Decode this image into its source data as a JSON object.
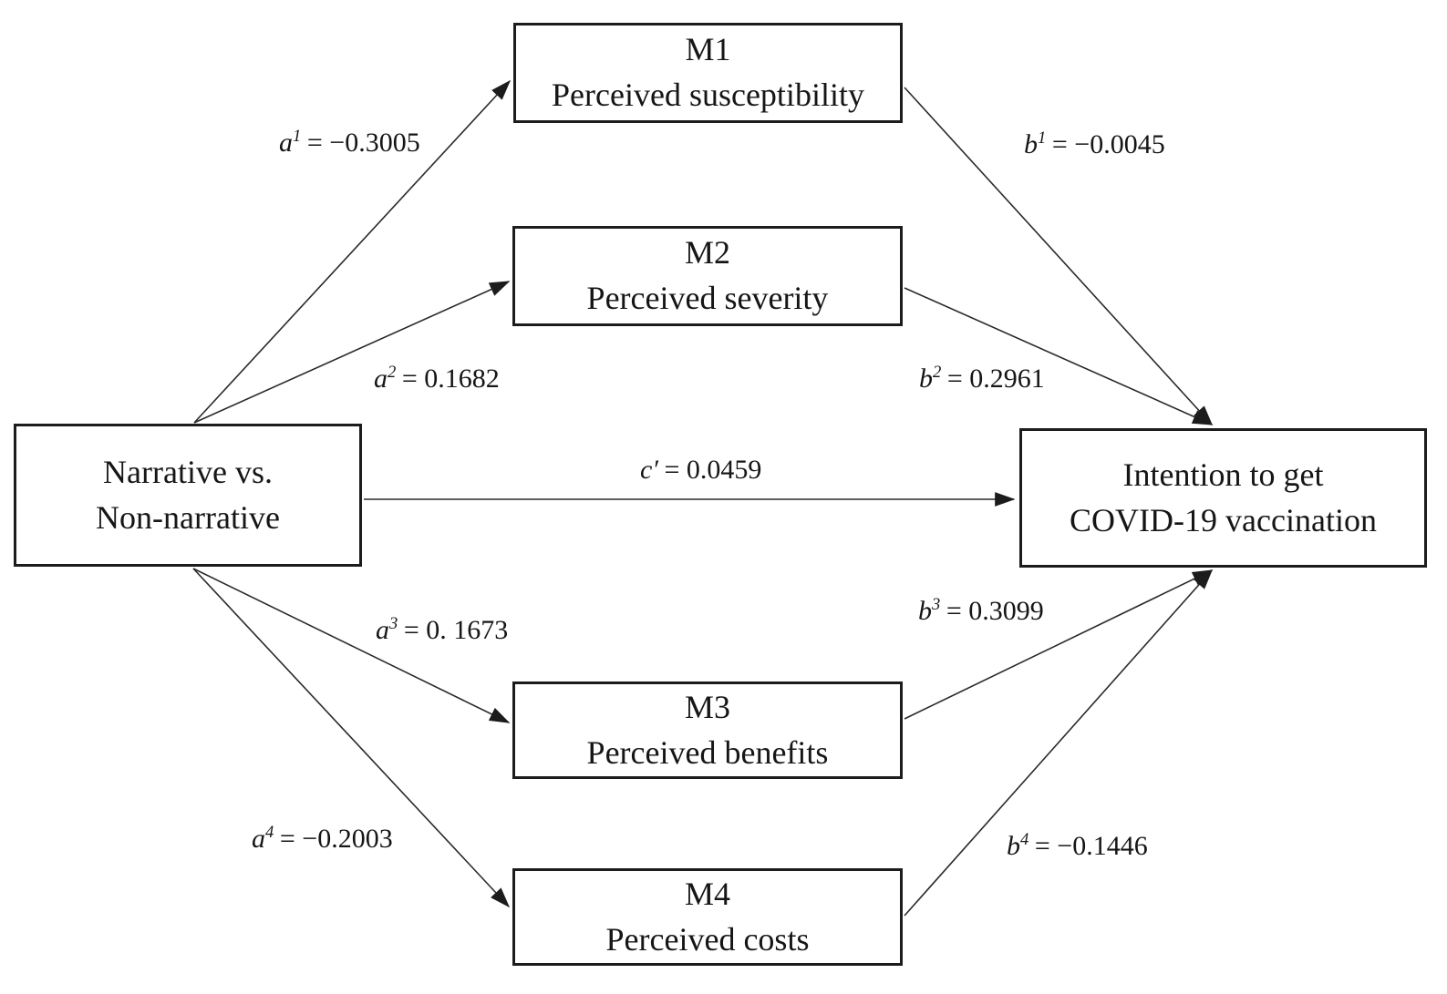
{
  "diagram": {
    "type": "mediation-path-model",
    "colors": {
      "line": "#2a2a2a",
      "box_border": "#1c1c1c",
      "background": "#ffffff",
      "text": "#161616"
    },
    "nodes": {
      "m1": {
        "line1": "M1",
        "line2": "Perceived susceptibility"
      },
      "m2": {
        "line1": "M2",
        "line2": "Perceived severity"
      },
      "m3": {
        "line1": "M3",
        "line2": "Perceived benefits"
      },
      "m4": {
        "line1": "M4",
        "line2": "Perceived costs"
      },
      "predictor": {
        "line1": "Narrative vs.",
        "line2": "Non-narrative"
      },
      "outcome": {
        "line1": "Intention to get",
        "line2": "COVID-19 vaccination"
      }
    },
    "paths": {
      "a1": {
        "symbol": "a",
        "sup": "1",
        "value": "= −0.3005"
      },
      "a2": {
        "symbol": "a",
        "sup": "2",
        "value": "= 0.1682"
      },
      "a3": {
        "symbol": "a",
        "sup": "3",
        "value": "= 0. 1673"
      },
      "a4": {
        "symbol": "a",
        "sup": "4",
        "value": "= −0.2003"
      },
      "b1": {
        "symbol": "b",
        "sup": "1",
        "value": "= −0.0045"
      },
      "b2": {
        "symbol": "b",
        "sup": "2",
        "value": "= 0.2961"
      },
      "b3": {
        "symbol": "b",
        "sup": "3",
        "value": "= 0.3099"
      },
      "b4": {
        "symbol": "b",
        "sup": "4",
        "value": "= −0.1446"
      },
      "c": {
        "symbol": "c′",
        "sup": "",
        "value": "= 0.0459"
      }
    },
    "edges": [
      {
        "from": "predictor",
        "to": "m1",
        "label": "a1"
      },
      {
        "from": "predictor",
        "to": "m2",
        "label": "a2"
      },
      {
        "from": "predictor",
        "to": "m3",
        "label": "a3"
      },
      {
        "from": "predictor",
        "to": "m4",
        "label": "a4"
      },
      {
        "from": "predictor",
        "to": "outcome",
        "label": "c"
      },
      {
        "from": "m1",
        "to": "outcome",
        "label": "b1"
      },
      {
        "from": "m2",
        "to": "outcome",
        "label": "b2"
      },
      {
        "from": "m3",
        "to": "outcome",
        "label": "b3"
      },
      {
        "from": "m4",
        "to": "outcome",
        "label": "b4"
      }
    ]
  }
}
